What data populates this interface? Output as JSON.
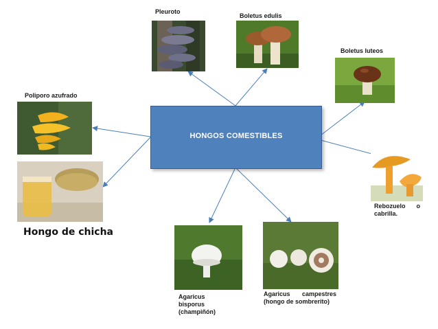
{
  "center": {
    "title": "HONGOS COMESTIBLES"
  },
  "nodes": {
    "pleuroto": "Pleuroto",
    "boletus_edulis": "Boletus edulis",
    "boletus_luteos": "Boletus luteos",
    "poliporo": "Poliporo azufrado",
    "hongo_chicha": "Hongo de chicha",
    "rebozuelo": "Rebozuelo o cabrilla.",
    "agaricus_bisporus": "Agaricus bisporus (champiñón)",
    "agaricus_campestres": "Agaricus campestres (hongo de sombrerito)"
  },
  "colors": {
    "box": "#4f81bd",
    "arrow": "#4a7ebb"
  }
}
